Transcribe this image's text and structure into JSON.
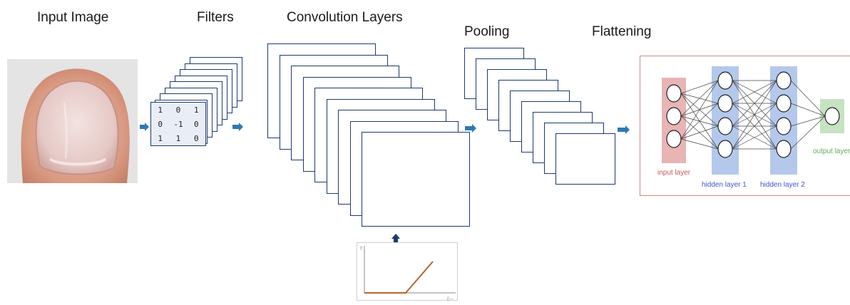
{
  "titles": {
    "input_image": "Input Image",
    "filters": "Filters",
    "convolution_layers": "Convolution Layers",
    "pooling": "Pooling",
    "flattening": "Flattening"
  },
  "filter_matrix": [
    "1",
    "0",
    "1",
    "0",
    "-1",
    "0",
    "1",
    "1",
    "0"
  ],
  "network": {
    "input_layer_label": "input layer",
    "hidden_layer_1_label": "hidden layer 1",
    "hidden_layer_2_label": "hidden layer 2",
    "output_layer_label": "output layer"
  },
  "colors": {
    "stack_border": "#1e3a6e",
    "arrow": "#2e7ab0",
    "input_layer_band": "#e8b4b4",
    "hidden_layer_band": "#b4c8ec",
    "output_layer_band": "#c5e3c0",
    "input_label": "#cc5555",
    "hidden_label": "#4455cc",
    "output_label": "#66aa55",
    "relu_line": "#b5652f"
  }
}
